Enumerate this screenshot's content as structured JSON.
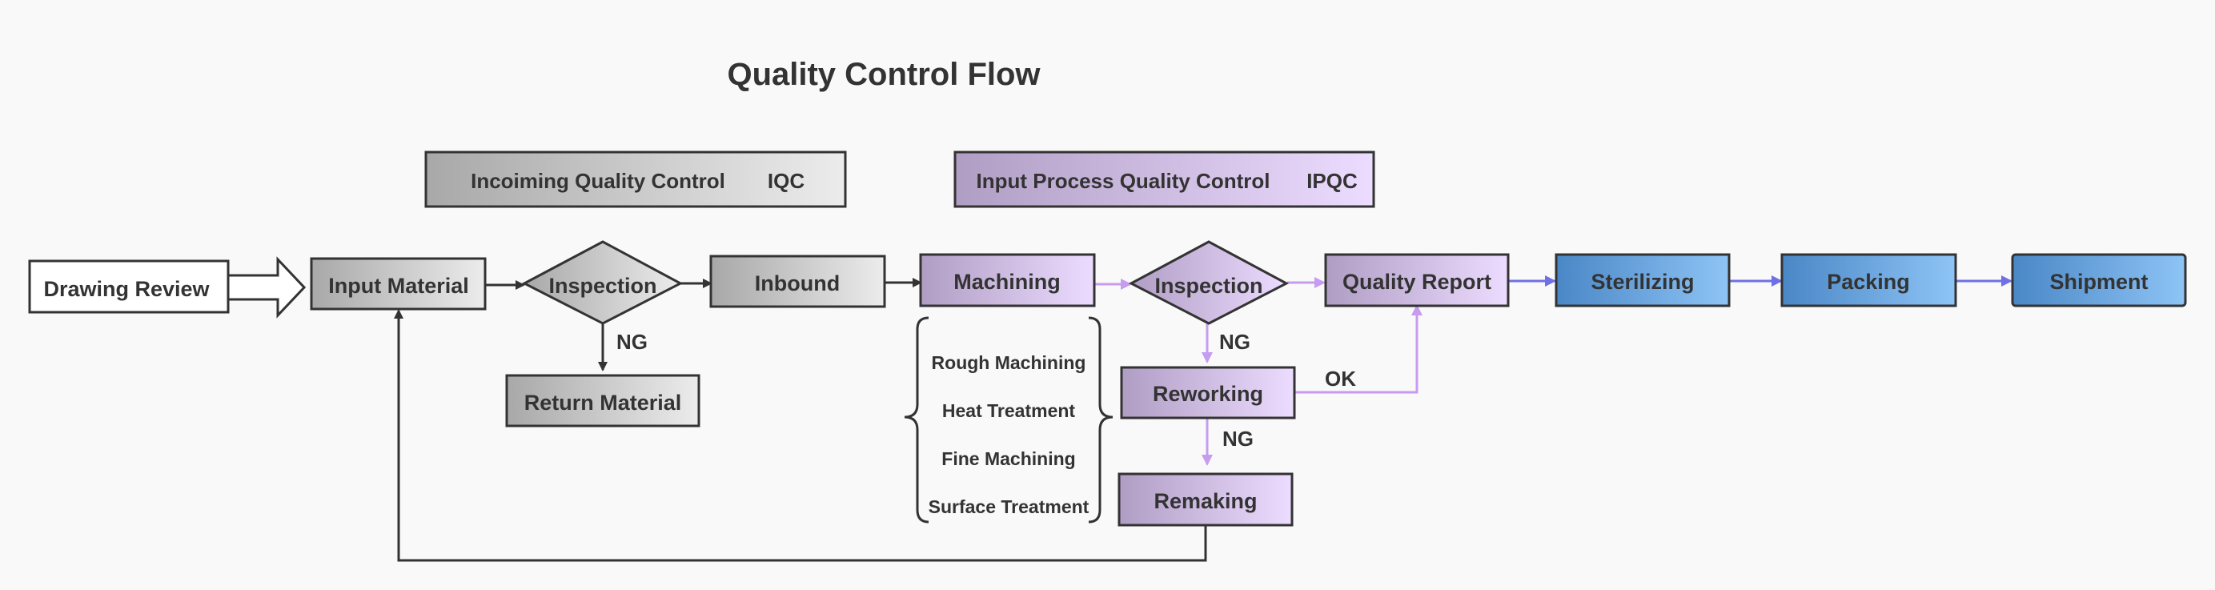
{
  "title": "Quality Control Flow",
  "legend": {
    "iqc": {
      "name": "Incoiming Quality Control",
      "code": "IQC"
    },
    "ipqc": {
      "name": "Input Process Quality Control",
      "code": "IPQC"
    }
  },
  "nodes": {
    "drawing_review": "Drawing Review",
    "input_material": "Input Material",
    "inspection_1": "Inspection",
    "return_material": "Return Material",
    "inbound": "Inbound",
    "machining": "Machining",
    "inspection_2": "Inspection",
    "quality_report": "Quality Report",
    "reworking": "Reworking",
    "remaking": "Remaking",
    "sterilizing": "Sterilizing",
    "packing": "Packing",
    "shipment": "Shipment"
  },
  "machining_steps": [
    "Rough Machining",
    "Heat Treatment",
    "Fine Machining",
    "Surface Treatment"
  ],
  "edge_labels": {
    "ng_return": "NG",
    "ng_rework": "NG",
    "ok_report": "OK",
    "ng_remake": "NG"
  },
  "colors": {
    "gray_dark": "#a8a8a8",
    "gray_light": "#ececec",
    "purple_dark": "#b09dc4",
    "purple_light": "#ecdcff",
    "blue_dark": "#4a87c6",
    "blue_light": "#8ec4f6",
    "stroke": "#333333",
    "purple_line": "#c79cf0",
    "blue_line": "#6f6fe6"
  }
}
